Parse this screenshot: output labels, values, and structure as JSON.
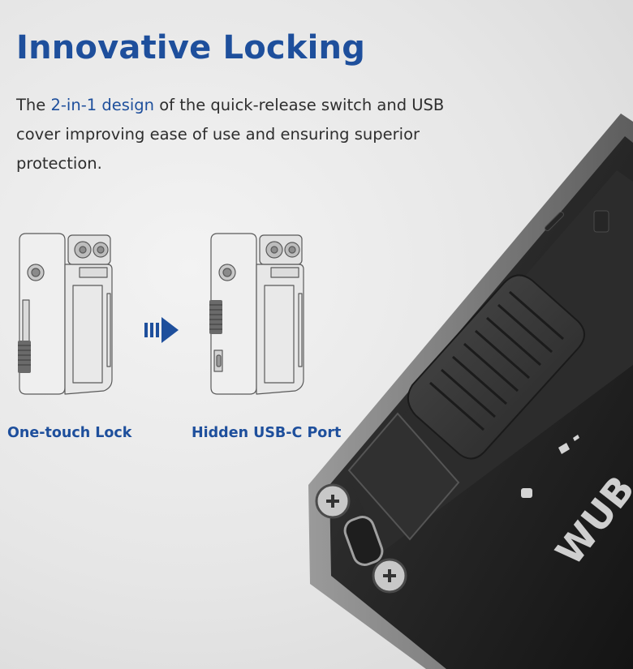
{
  "heading": {
    "title": "Innovative Locking"
  },
  "description": {
    "before": "The ",
    "highlight": "2-in-1 design",
    "after": " of the quick-release switch and USB cover improving ease of use and ensuring superior protection."
  },
  "captions": {
    "left": "One-touch Lock",
    "right": "Hidden USB-C Port"
  },
  "product": {
    "brand_text": "WUB"
  },
  "colors": {
    "accent": "#1e4f9c",
    "text": "#2e2e2e",
    "body_dark": "#202020"
  },
  "icons": {
    "arrow": "triple-bar-arrow-icon"
  }
}
